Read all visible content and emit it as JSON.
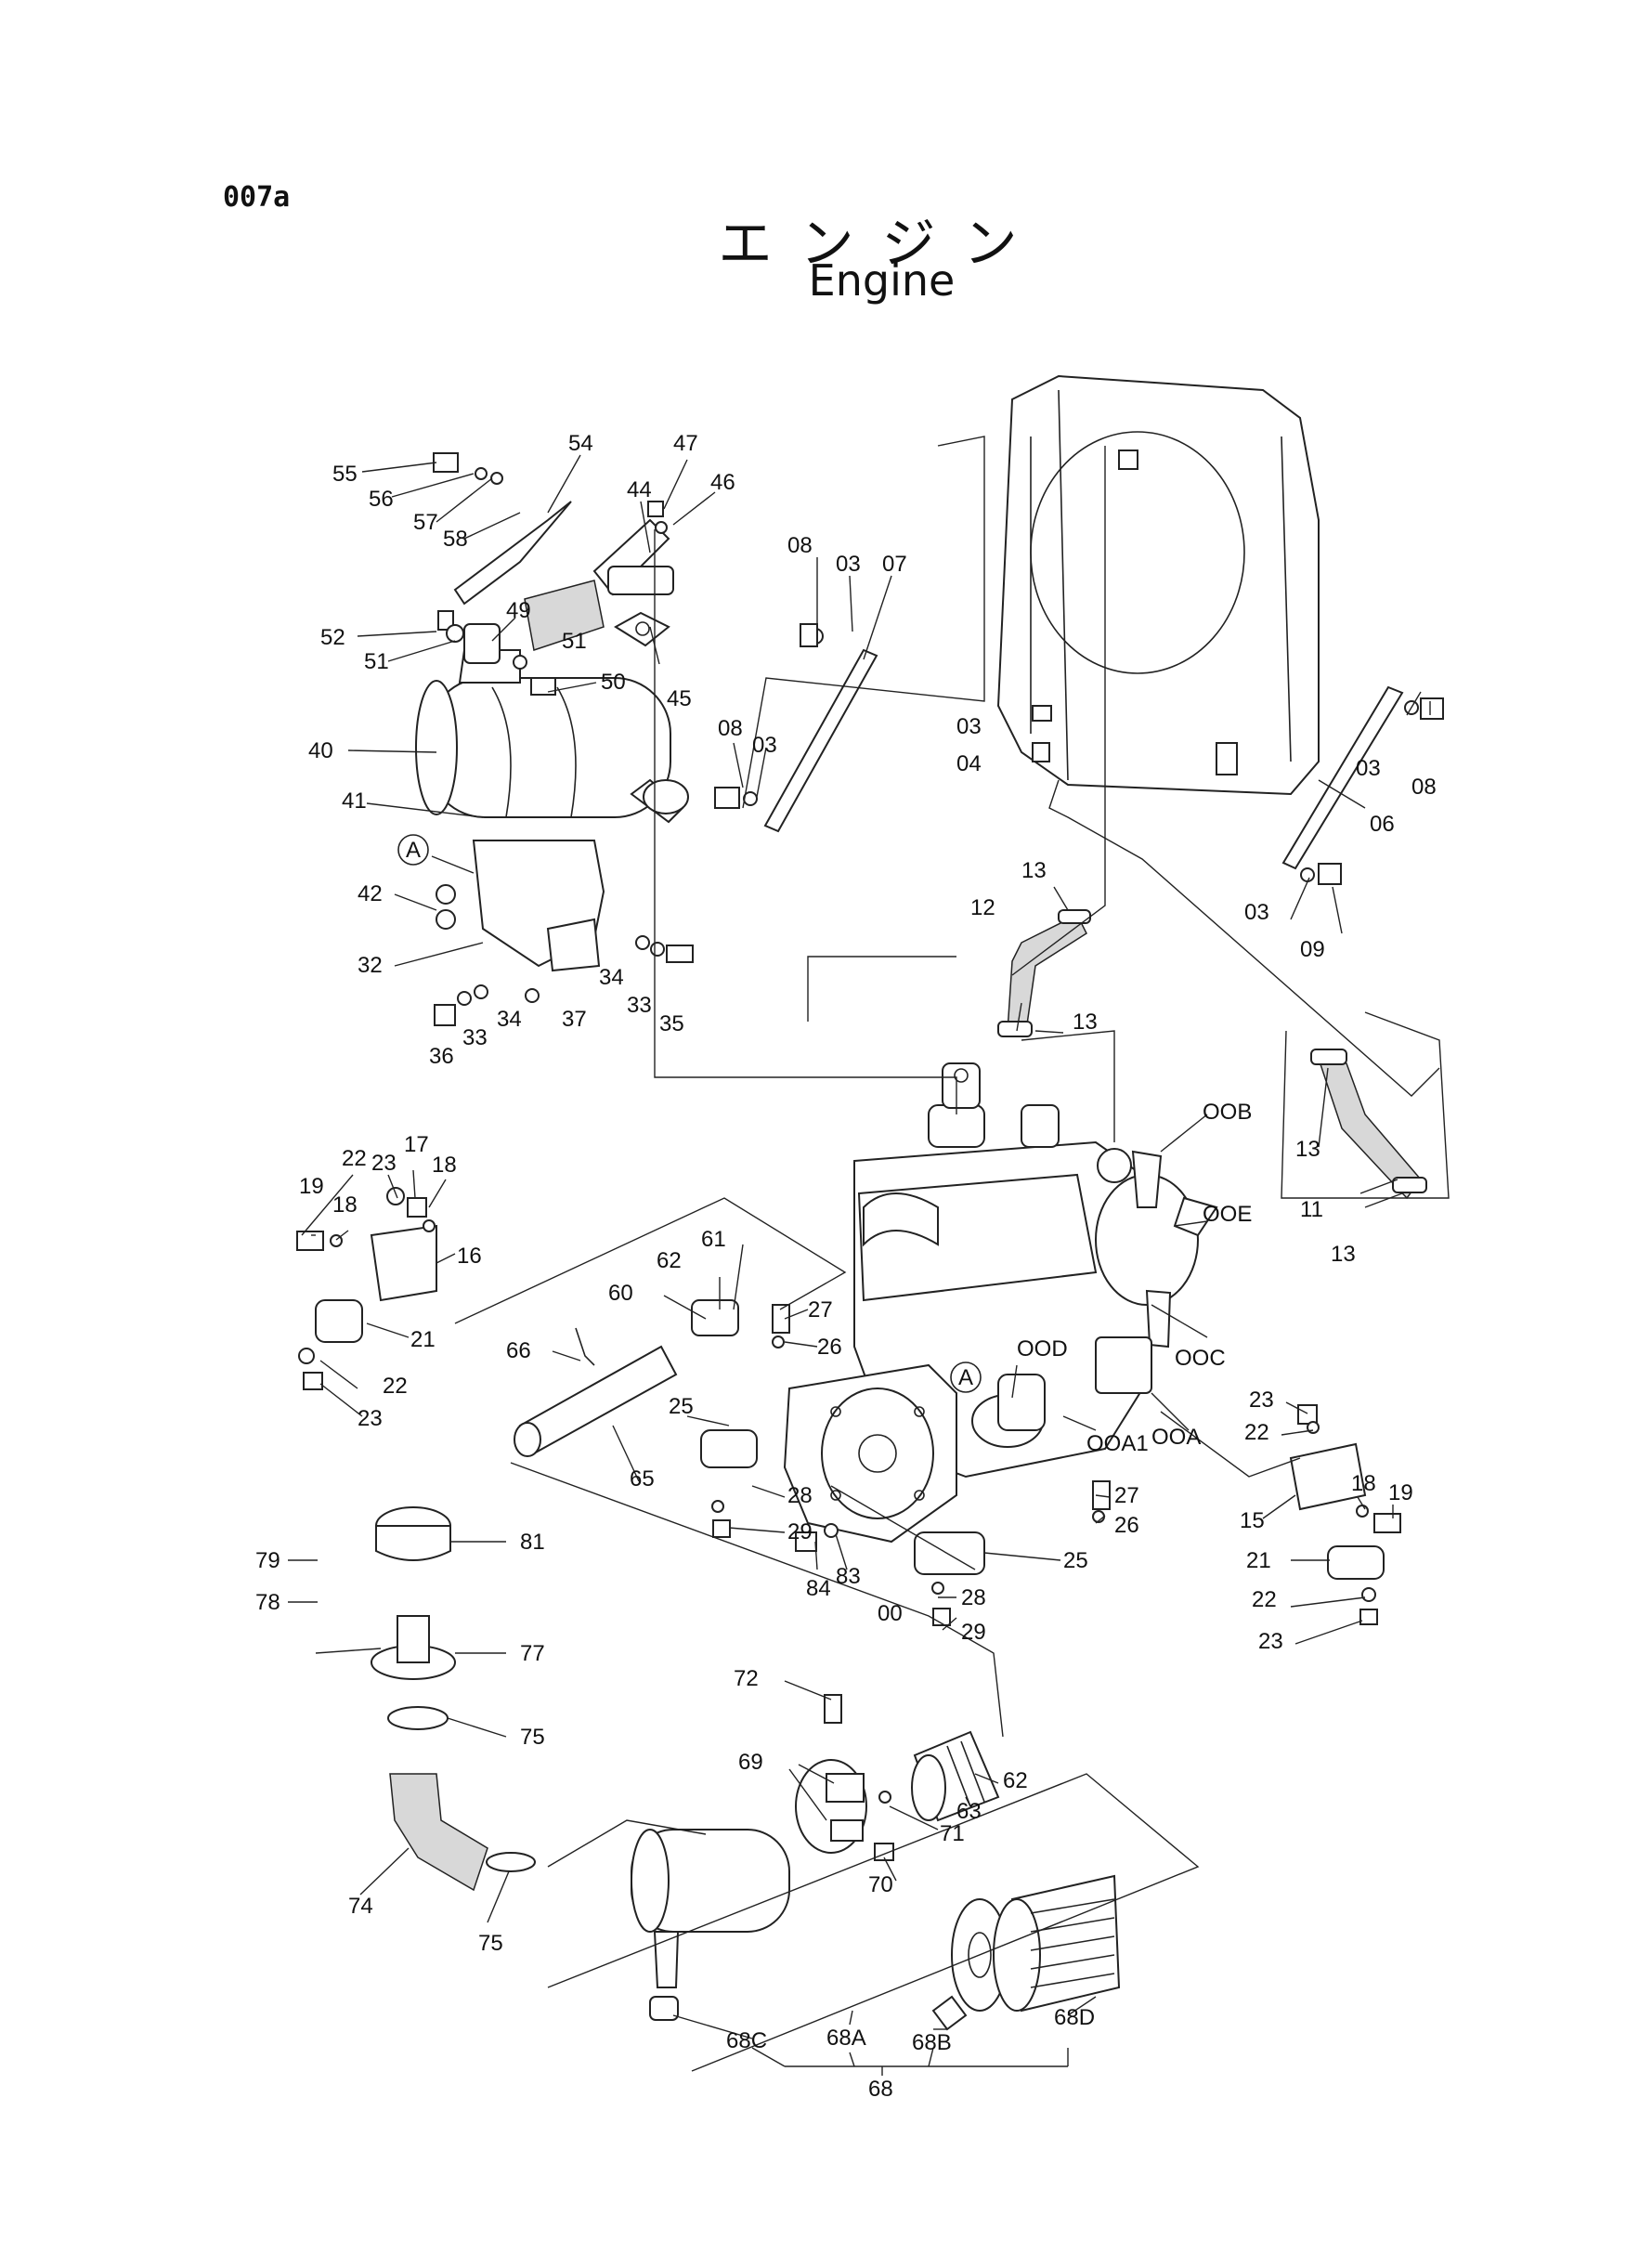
{
  "page_code": "007a",
  "title_jp": "エンジン",
  "title_en": "Engine",
  "reference_marker": "A",
  "part_labels": {
    "p55": "55",
    "p56": "56",
    "p57": "57",
    "p58": "58",
    "p54": "54",
    "p44": "44",
    "p47": "47",
    "p46": "46",
    "p49": "49",
    "p52": "52",
    "p51a": "51",
    "p51b": "51",
    "p50": "50",
    "p45": "45",
    "p40": "40",
    "p41": "41",
    "p42": "42",
    "p32": "32",
    "p34a": "34",
    "p33a": "33",
    "p35": "35",
    "p36": "36",
    "p33b": "33",
    "p34b": "34",
    "p37": "37",
    "p08a": "08",
    "p03a": "03",
    "p07": "07",
    "p08b": "08",
    "p03b": "03",
    "p03c": "03",
    "p04": "04",
    "p03d": "03",
    "p08c": "08",
    "p06": "06",
    "p03e": "03",
    "p09": "09",
    "p13a": "13",
    "p12": "12",
    "p13b": "13",
    "p13c": "13",
    "p11": "11",
    "p13d": "13",
    "p00B": "OOB",
    "p00E": "OOE",
    "p00C": "OOC",
    "p00D": "OOD",
    "p00A1": "OOA1",
    "p00A": "OOA",
    "p23a": "23",
    "p17": "17",
    "p22a": "22",
    "p18a": "18",
    "p19a": "19",
    "p18b": "18",
    "p16": "16",
    "p21a": "21",
    "p22b": "22",
    "p23b": "23",
    "p66": "66",
    "p60": "60",
    "p62a": "62",
    "p61": "61",
    "p27a": "27",
    "p26a": "26",
    "p25a": "25",
    "p65": "65",
    "p28a": "28",
    "p29a": "29",
    "p84": "84",
    "p83": "83",
    "p00": "00",
    "p27b": "27",
    "p26b": "26",
    "p25b": "25",
    "p28b": "28",
    "p29b": "29",
    "p23c": "23",
    "p22c": "22",
    "p18c": "18",
    "p19b": "19",
    "p15": "15",
    "p21b": "21",
    "p22d": "22",
    "p23d": "23",
    "p79": "79",
    "p81": "81",
    "p78": "78",
    "p77": "77",
    "p75a": "75",
    "p74": "74",
    "p75b": "75",
    "p72": "72",
    "p69": "69",
    "p62b": "62",
    "p63": "63",
    "p71": "71",
    "p70": "70",
    "p68C": "68C",
    "p68A": "68A",
    "p68B": "68B",
    "p68D": "68D",
    "p68": "68"
  }
}
